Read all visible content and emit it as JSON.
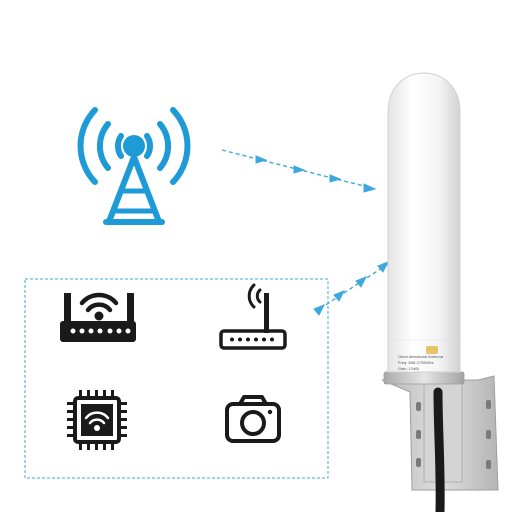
{
  "colors": {
    "accent_blue": "#1e9ad6",
    "dash_blue": "#3fa7e0",
    "icon_dark": "#1a1a1a",
    "antenna_white": "#f5f5f5",
    "bracket_steel": "#c8c8c8",
    "badge_gold": "#e3c466"
  },
  "icons": {
    "tower": "cell-tower-icon",
    "router": "wifi-router-icon",
    "modem": "antenna-modem-icon",
    "chip": "wifi-chip-icon",
    "camera": "camera-icon"
  },
  "antenna_label": {
    "line1": "Omni-directional Antenna",
    "line2": "Freq: 698-2700MHz",
    "line3": "Gain: 12dBi"
  }
}
